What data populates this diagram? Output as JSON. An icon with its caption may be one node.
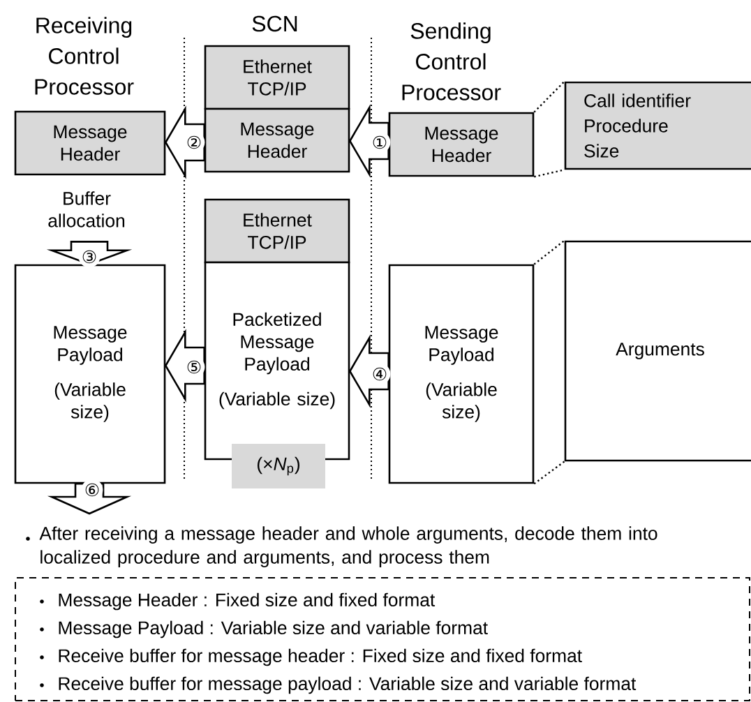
{
  "diagram": {
    "nodes": [
      {
        "text": [
          "Message Header"
        ]
      },
      {
        "text": [
          "Ethernet TCP/IP"
        ]
      },
      {
        "text": [
          "Message Header"
        ]
      },
      {
        "text": [
          "Message Header"
        ]
      },
      {
        "text": [
          "Call identifier",
          "Procedure",
          "Size"
        ]
      },
      {
        "text": [
          "Message Payload",
          "(Variable size)"
        ]
      },
      {
        "text": [
          "Ethernet TCP/IP"
        ]
      },
      {
        "text": [
          "Packetized Message Payload",
          "(Variable size)"
        ],
        "beside": [
          "(×*N*$_{p}$)"
        ]
      },
      {
        "text": [
          "Message Payload",
          "(Variable size)"
        ]
      },
      {
        "text": [
          "Arguments"
        ]
      },
      {
        "text": [
          "Buffer allocation"
        ]
      },
      {
        "text": [
          "Message Header : Fixed size and fixed format",
          "Message Payload : Variable size and variable format",
          "Receive buffer for message header : Fixed size and fixed format",
          "Receive buffer for message payload : Variable size and variable format"
        ]
      }
    ],
    "edges": [
      {
        "from": 3,
        "to": 2,
        "arrow": "to",
        "label": "①"
      },
      {
        "from": 2,
        "to": 0,
        "arrow": "to",
        "label": "②"
      },
      {
        "from": 10,
        "to": 5,
        "arrow": "to",
        "label": "③"
      },
      {
        "from": 8,
        "to": 7,
        "arrow": "to",
        "label": "④"
      },
      {
        "from": 7,
        "to": 5,
        "arrow": "to",
        "label": "⑤"
      },
      {
        "from": 5,
        "to": null,
        "arrow": "to",
        "label": "⑥"
      },
      {
        "from": 3,
        "to": 4,
        "arrow": "none",
        "style": "dashed"
      },
      {
        "from": 3,
        "to": 4,
        "arrow": "none",
        "style": "dashed"
      },
      {
        "from": 8,
        "to": 9,
        "arrow": "none",
        "style": "dashed"
      },
      {
        "from": 8,
        "to": 9,
        "arrow": "none",
        "style": "dashed"
      }
    ],
    "labels": [
      "Receiving Control Processor",
      "SCN",
      "Sending Control Processor",
      "After receiving a message header and whole arguments, decode them into localized procedure and arguments, and process them"
    ]
  }
}
